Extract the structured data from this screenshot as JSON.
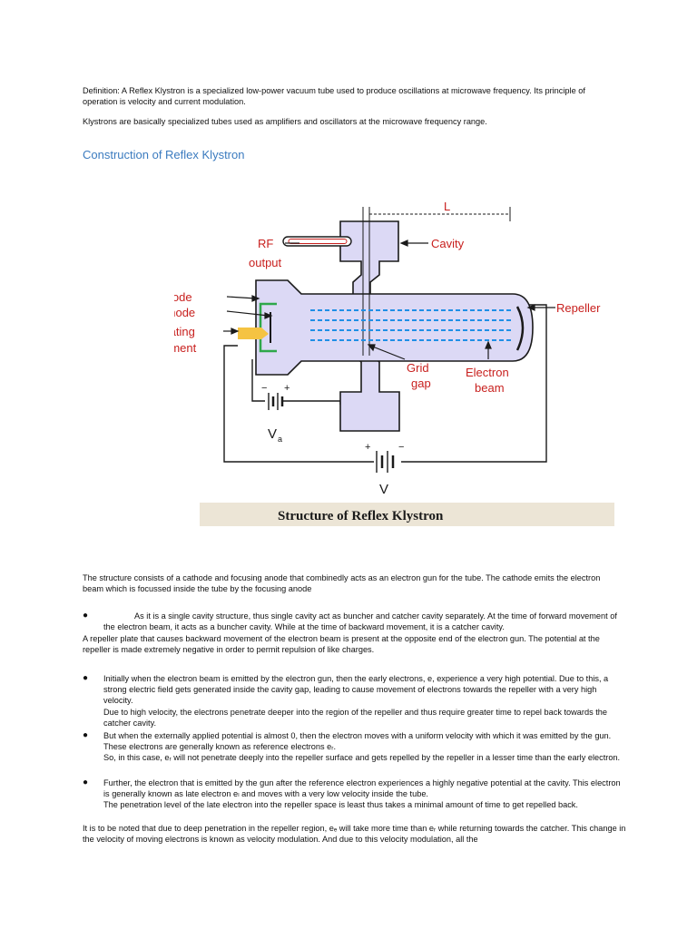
{
  "intro": {
    "definition": "Definition: A Reflex Klystron is a specialized low-power vacuum tube used to produce oscillations at microwave frequency. Its principle of operation is velocity and current modulation.",
    "klystrons": "Klystrons are basically specialized tubes used as amplifiers and oscillators at the microwave frequency range."
  },
  "section": {
    "heading": "Construction of Reflex Klystron"
  },
  "figure": {
    "caption": "Structure of Reflex Klystron",
    "labels": {
      "L": "L",
      "rf": "RF",
      "output": "output",
      "cavity": "Cavity",
      "anode": "Anode",
      "cathode": "Cathode",
      "heating": "Heating",
      "element": "element",
      "repeller": "Repeller",
      "grid": "Grid",
      "gap": "gap",
      "electron": "Electron",
      "beam": "beam",
      "va": "V",
      "va_sub": "a",
      "v": "V",
      "plus": "+",
      "minus": "−"
    },
    "colors": {
      "tube_fill": "#dcd9f5",
      "tube_stroke": "#1a1a1a",
      "beam": "#1f8fe6",
      "anode_green": "#2ea84a",
      "heater": "#f5c342",
      "label_red": "#c8201e",
      "caption_bg": "#ece5d6"
    }
  },
  "body": {
    "structure": "The structure consists of a cathode and focusing anode that combinedly acts as an electron gun for the tube. The cathode emits the electron beam which is focussed inside the tube by the focusing anode",
    "bullet1": "As it is a single cavity structure, thus single cavity act as buncher and catcher cavity separately. At the time of forward movement of the electron beam, it acts as a buncher cavity. While at the time of backward movement, it is a catcher cavity.",
    "repeller_para": "A repeller plate that causes backward movement of the electron beam is present at the opposite end of the electron gun. The potential at the repeller is made extremely negative in order to permit repulsion of like charges.",
    "bullet2_a": "Initially when the electron beam is emitted by the electron gun, then the early electrons, e, experience a very high potential. Due to this, a strong electric field gets generated inside the cavity gap, leading to cause movement of electrons towards the repeller with a very high velocity.",
    "bullet2_b": "Due to high velocity, the electrons penetrate deeper into the region of the repeller and thus require greater time to repel back towards the catcher cavity.",
    "bullet3_a": "But when the externally applied potential is almost 0, then the electron moves with a uniform velocity with which it was emitted by the gun. These electrons are generally known as reference electrons eᵣ.",
    "bullet3_b": "So, in this case, eᵣ will not penetrate deeply into the repeller surface and gets repelled by the repeller in a lesser time than the early electron.",
    "bullet4_a": "Further, the electron that is emitted by the gun after the reference electron experiences a highly negative potential at the cavity. This electron is generally known as late electron eₗ and moves with a very low velocity inside the tube.",
    "bullet4_b": "The penetration level of the late electron into the repeller space is least thus takes a minimal amount of time to get repelled back.",
    "closing": "It is to be noted that due to deep penetration in the repeller region, eₑ will take more time than eᵣ while returning towards the catcher. This change in the velocity of moving electrons is known as velocity modulation. And due to this velocity modulation, all the"
  },
  "bullets": {
    "symbol": "●"
  }
}
